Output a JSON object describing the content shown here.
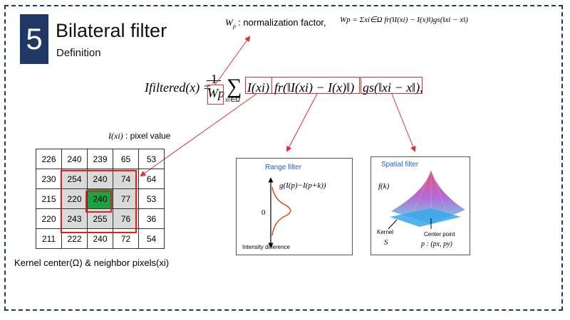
{
  "slide": {
    "number": "5",
    "title": "Bilateral filter",
    "subtitle": "Definition"
  },
  "normalization": {
    "symbol": "W",
    "symbol_sub": "p",
    "label": ": normalization  factor,",
    "formula": "Wp = Σxi∈Ω fr(‖I(xi) − I(x)‖)gs(‖xi − x‖)"
  },
  "main_formula": {
    "lhs": "Ifiltered(x) =",
    "numerator": "1",
    "denominator": "Wp",
    "sum": "∑",
    "sum_sub": "xi∈Ω",
    "term_I": "I(xi)",
    "term_fr": "fr(‖I(xi) − I(x)‖)",
    "term_gs": "gs(‖xi − x‖),"
  },
  "pixel_label": {
    "symbol": "I(xi)",
    "text": " : pixel  value"
  },
  "grid": {
    "rows": [
      [
        "226",
        "240",
        "239",
        "65",
        "53"
      ],
      [
        "230",
        "254",
        "240",
        "74",
        "64"
      ],
      [
        "215",
        "220",
        "240",
        "77",
        "53"
      ],
      [
        "220",
        "243",
        "255",
        "76",
        "36"
      ],
      [
        "211",
        "222",
        "240",
        "72",
        "54"
      ]
    ],
    "caption": "Kernel center(Ω)  &  neighbor pixels(xi)"
  },
  "range_panel": {
    "title": "Range filter",
    "function": "g(I(p)−I(p+k))",
    "zero": "0",
    "axis_label": "Intensity difference"
  },
  "spatial_panel": {
    "title": "Spatial filter",
    "function": "f(k)",
    "kernel_label": "Kernel",
    "kernel_symbol": "S",
    "center_label": "Center point",
    "center_formula": "p : (px, py)"
  },
  "colors": {
    "accent": "#1f3864",
    "highlight": "#e03030",
    "center_cell": "#1aa245",
    "neighbor_cell": "#d9d9d9",
    "panel_title": "#1f5fd0",
    "curve": "#d9541e"
  }
}
